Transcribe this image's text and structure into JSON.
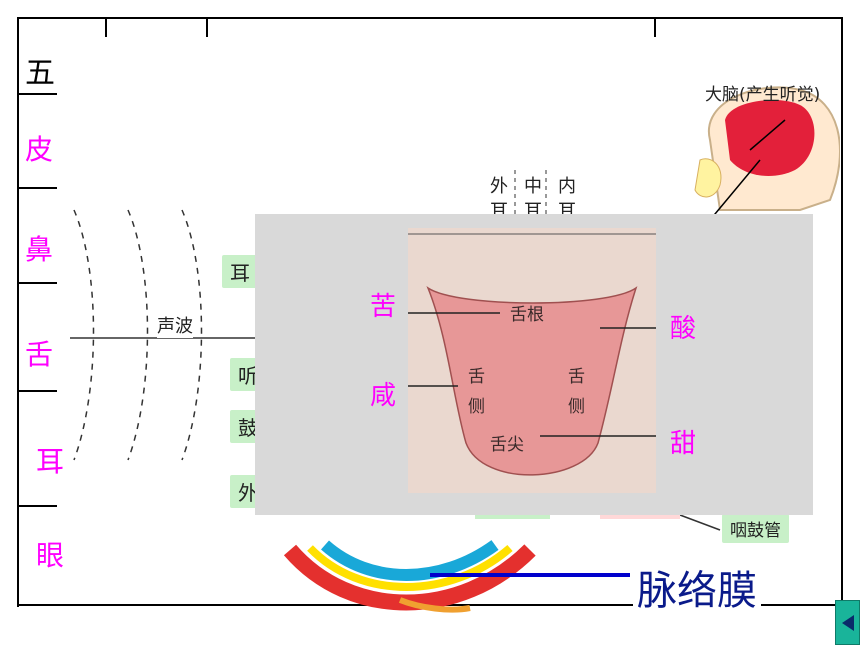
{
  "table": {
    "row_labels": [
      "五",
      "皮",
      "鼻",
      "舌",
      "耳",
      "眼"
    ]
  },
  "ear_diagram": {
    "top_label": "大脑(产生听觉)",
    "ear_parts": [
      "外",
      "中",
      "内"
    ],
    "ear_parts_lower": [
      "耳",
      "耳",
      "耳"
    ],
    "sound_wave": "声波",
    "pills": [
      "耳",
      "听",
      "鼓",
      "外"
    ],
    "eustachian_tube": "咽鼓管"
  },
  "eye_diagram": {
    "choroid_label": "脉络膜"
  },
  "tongue": {
    "root": "舌根",
    "side_left": [
      "舌",
      "侧"
    ],
    "side_right": [
      "舌",
      "侧"
    ],
    "tip": "舌尖",
    "tastes": {
      "bitter": "苦",
      "sour": "酸",
      "salty": "咸",
      "sweet": "甜"
    }
  },
  "colors": {
    "accent": "#ff00ff",
    "nav": "#19b49a",
    "choroid_line": "#0000cc"
  }
}
